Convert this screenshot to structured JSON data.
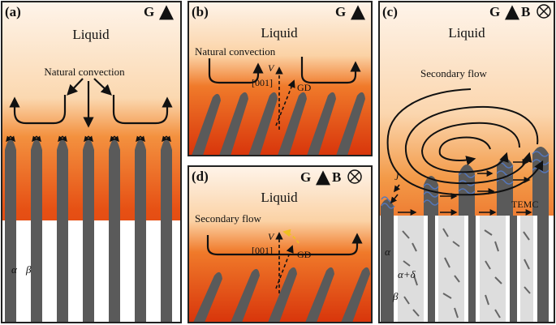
{
  "panels": {
    "a": {
      "label": "(a)",
      "field": "G",
      "liquid": "Liquid",
      "flow": "Natural convection",
      "phase_alpha": "α",
      "phase_beta": "β"
    },
    "b": {
      "label": "(b)",
      "field": "G",
      "liquid": "Liquid",
      "flow": "Natural convection",
      "v": "V",
      "dir": "[001]",
      "gd": "GD"
    },
    "c": {
      "label": "(c)",
      "field": "G",
      "mag": "B",
      "liquid": "Liquid",
      "flow": "Secondary flow",
      "j": "J",
      "temc": "TEMC",
      "phase_alpha": "α",
      "phase_ad": "α+δ",
      "phase_beta": "β"
    },
    "d": {
      "label": "(d)",
      "field": "G",
      "mag": "B",
      "liquid": "Liquid",
      "flow": "Secondary flow",
      "v": "V",
      "dir": "[001]",
      "gd": "GD"
    }
  },
  "colors": {
    "liquid_top": "#fdf0e4",
    "melt_mid": "#f59a45",
    "melt_bottom": "#e0400f",
    "dendrite": "#5a5a5a",
    "solid": "#ffffff",
    "flow": "#111111",
    "temc_wave": "#5577bb",
    "gd_arrow": "#f0c020"
  }
}
